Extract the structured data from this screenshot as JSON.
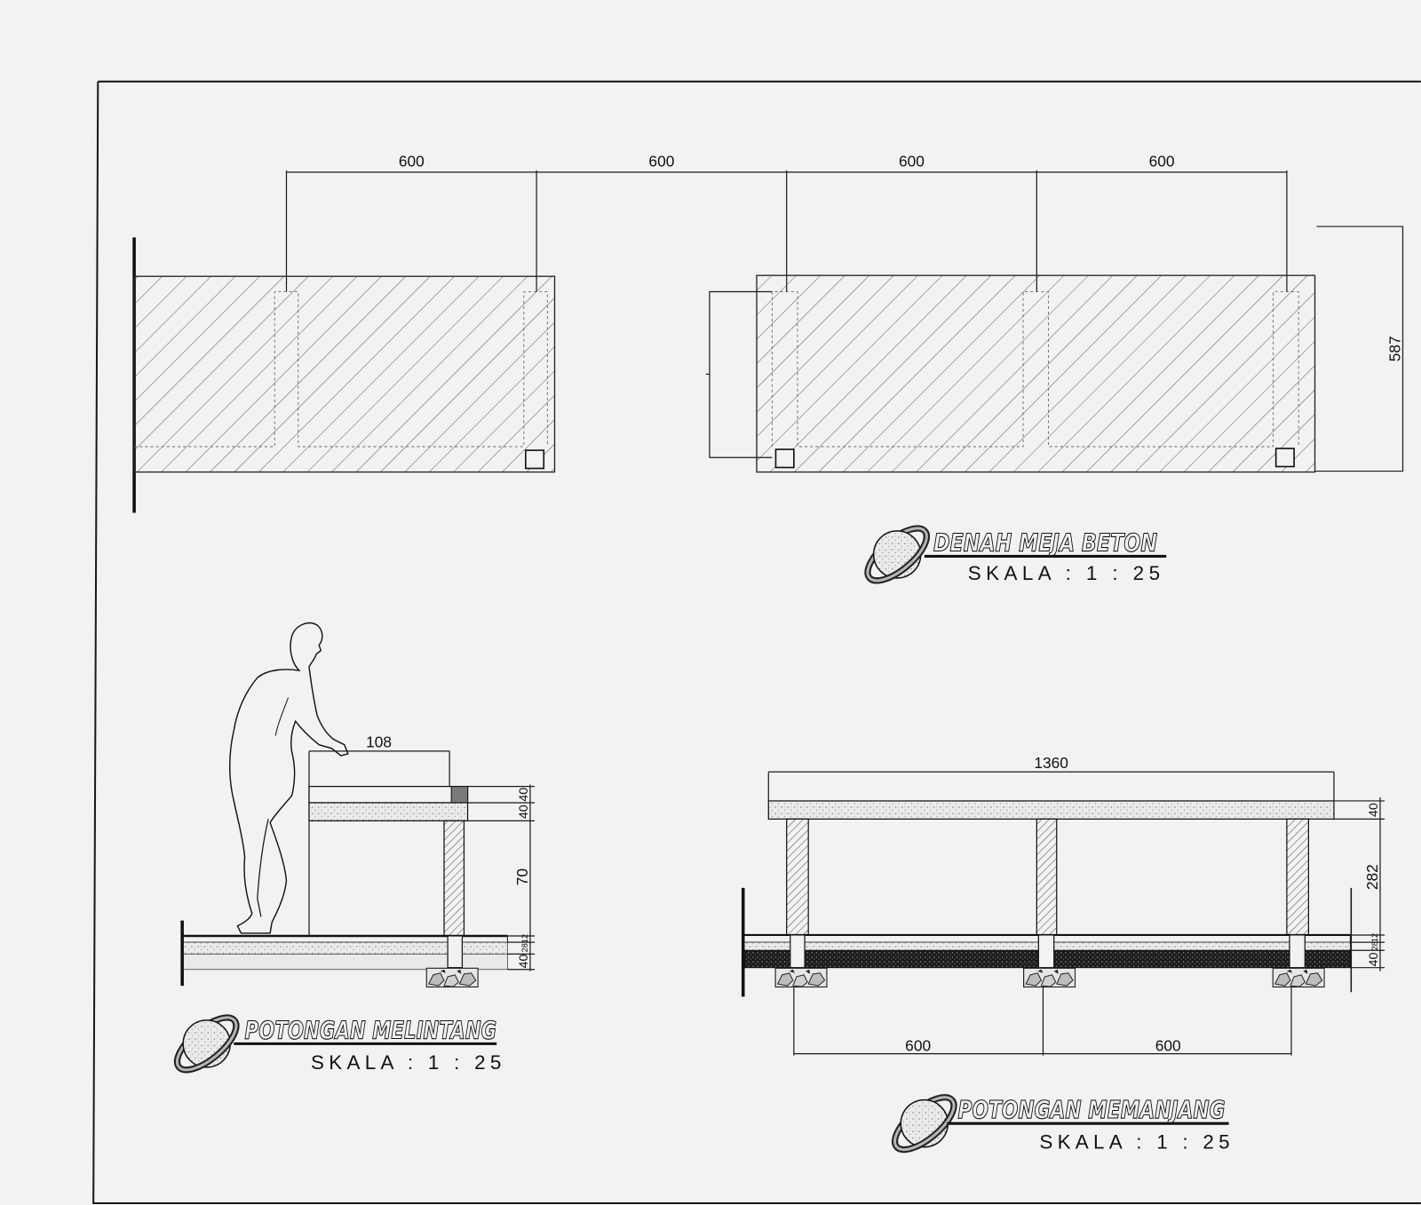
{
  "denah": {
    "dim_labels": [
      "600",
      "600",
      "600",
      "600"
    ],
    "depth_label": "587",
    "title": "DENAH MEJA BETON",
    "scale": "SKALA : 1 : 25"
  },
  "melintang": {
    "width_label": "108",
    "height_labels": [
      "40",
      "40",
      "70"
    ],
    "floor_labels": [
      "40",
      "28",
      "12"
    ],
    "title": "POTONGAN MELINTANG",
    "scale": "SKALA : 1 : 25"
  },
  "memanjang": {
    "length_label": "1360",
    "height_labels": [
      "40",
      "282"
    ],
    "floor_labels": [
      "40",
      "28",
      "12"
    ],
    "span_labels": [
      "600",
      "600"
    ],
    "title": "POTONGAN MEMANJANG",
    "scale": "SKALA : 1 : 25"
  },
  "colors": {
    "paper": "#f2f2f4",
    "ink": "#1a1a1a"
  }
}
